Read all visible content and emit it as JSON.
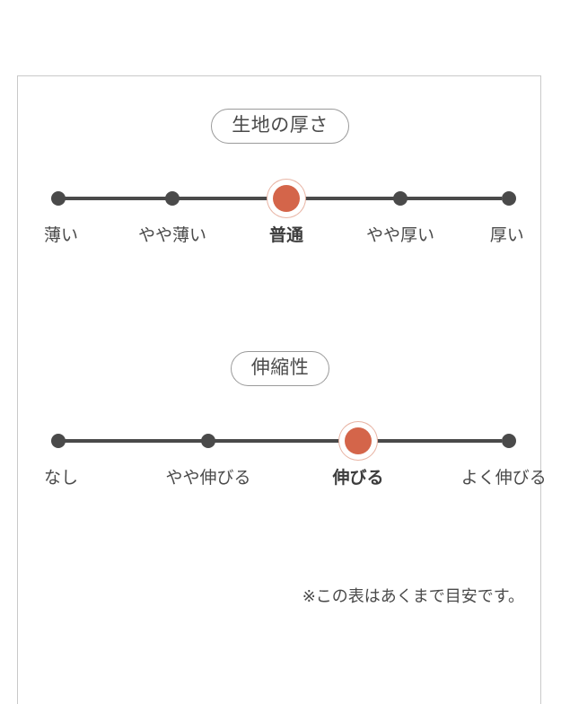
{
  "chart_data": {
    "type": "table",
    "title": "",
    "scales": [
      {
        "name": "生地の厚さ",
        "categories": [
          "薄い",
          "やや薄い",
          "普通",
          "やや厚い",
          "厚い"
        ],
        "values": [
          1,
          2,
          3,
          4,
          5
        ],
        "selected_index": 2,
        "selected_label": "普通"
      },
      {
        "name": "伸縮性",
        "categories": [
          "なし",
          "やや伸びる",
          "伸びる",
          "よく伸びる"
        ],
        "values": [
          1,
          2,
          3,
          4
        ],
        "selected_index": 2,
        "selected_label": "伸びる"
      }
    ],
    "note": "※この表はあくまで目安です。"
  },
  "colors": {
    "accent": "#d4654a",
    "accent_ring": "#e8b4a4",
    "dot": "#4a4a4a",
    "track": "#4a4a4a",
    "border": "#c9c9c9",
    "pill_border": "#9a9a9a",
    "text": "#4a4a4a",
    "background": "#ffffff"
  },
  "footnote": "※この表はあくまで目安です。"
}
